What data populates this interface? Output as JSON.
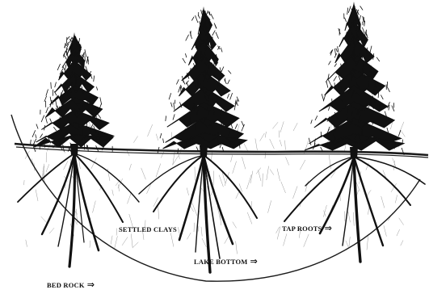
{
  "labels": {
    "settled_clays": "SETTLED CLAYS",
    "tap_roots": "TAP ROOTS",
    "lake_bottom": "LAKE BOTTOM",
    "bed_rock": "BED ROCK"
  },
  "arrow_glyph": "⇒",
  "colors": {
    "ink": "#111111",
    "background": "#ffffff"
  }
}
